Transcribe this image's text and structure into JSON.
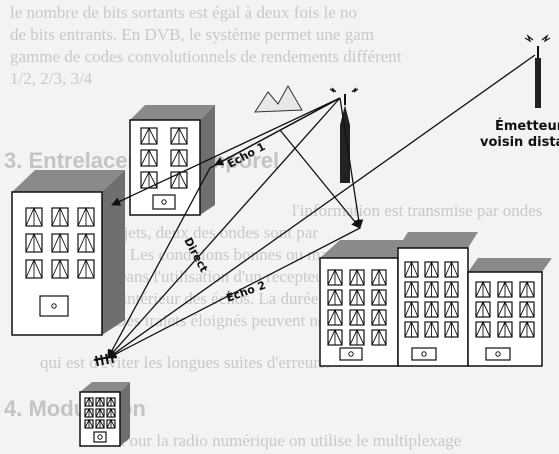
{
  "background_text": {
    "lines": [
      "le nombre de bits sortants est égal à deux fois le no",
      "de bits entrants. En DVB, le système permet une gam",
      "gamme de codes convolutionnels de rendements différent",
      "1/2, 2/3, 3/4",
      "3. Entrelacement temporel",
      "l'information est transmise par ondes",
      "plusieurs trajets, deux des ondes sont par",
      "propagation. Les conditions bonnes ou mauvaises",
      "des échos. Dans l'utilisation d'un récepteur,",
      "résultent à l'intérieur des échos. La durée et le temps",
      "des échos. Des trajets éloignés peuvent nous séparer",
      "qui est d'éviter les longues suites d'erreurs.",
      "4. Modulation",
      "Pour la radio numérique on utilise le multiplexage"
    ]
  },
  "labels": {
    "echo1": "Écho 1",
    "echo2": "Écho 2",
    "direct": "Direct",
    "emitter_line1": "Émetteur",
    "emitter_line2": "voisin distant"
  },
  "colors": {
    "ink": "#111111",
    "building_face": "#ffffff",
    "building_shade": "#7a7a7a",
    "background_text": "#c9c9c9"
  }
}
